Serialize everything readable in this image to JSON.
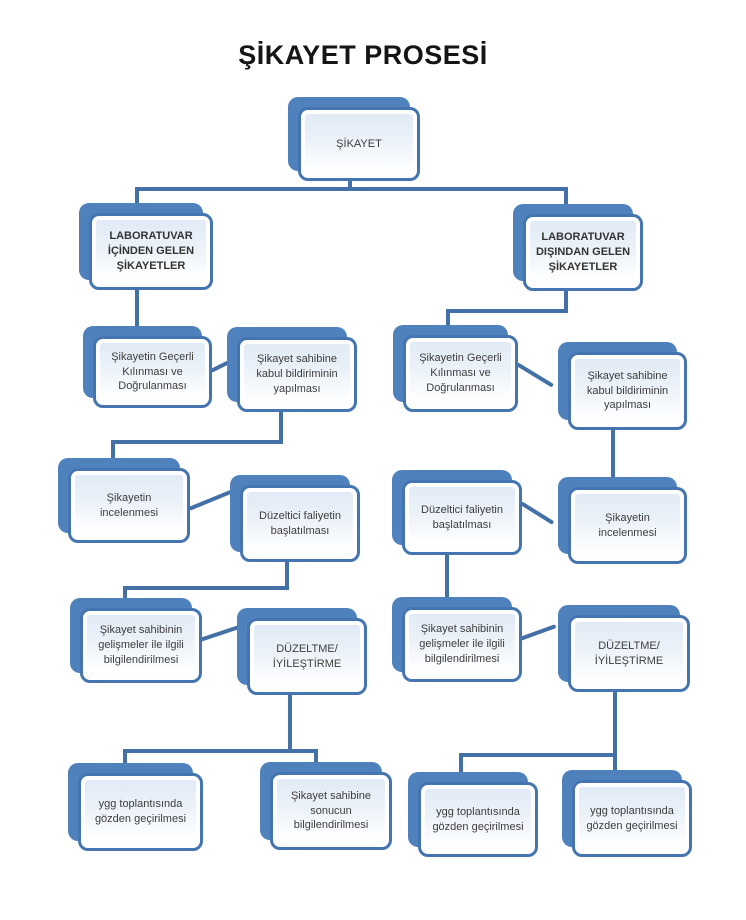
{
  "title": "ŞİKAYET PROSESİ",
  "diagram_type": "flowchart",
  "colors": {
    "shadow_box": "#4f81bd",
    "box_border": "#4575b0",
    "box_fill_top": "#dfe9f5",
    "box_fill_bottom": "#ffffff",
    "connector": "#4370a6",
    "title_text": "#151515",
    "node_text": "#3d3d3d"
  },
  "nodes": [
    {
      "id": "sikayet",
      "label": "ŞİKAYET",
      "emphasis": false
    },
    {
      "id": "lab-icinden",
      "label": "LABORATUVAR İÇİNDEN GELEN ŞİKAYETLER",
      "emphasis": true
    },
    {
      "id": "lab-disindan",
      "label": "LABORATUVAR DIŞINDAN GELEN ŞİKAYETLER",
      "emphasis": true
    },
    {
      "id": "gecerli-left",
      "label": "Şikayetin Geçerli Kılınması ve Doğrulanması",
      "emphasis": false
    },
    {
      "id": "kabul-left",
      "label": "Şikayet sahibine kabul bildiriminin yapılması",
      "emphasis": false
    },
    {
      "id": "gecerli-right",
      "label": "Şikayetin Geçerli Kılınması ve Doğrulanması",
      "emphasis": false
    },
    {
      "id": "kabul-right",
      "label": "Şikayet sahibine kabul bildiriminin yapılması",
      "emphasis": false
    },
    {
      "id": "inceleme-left",
      "label": "Şikayetin incelenmesi",
      "emphasis": false
    },
    {
      "id": "duzeltici-left",
      "label": "Düzeltici faliyetin başlatılması",
      "emphasis": false
    },
    {
      "id": "duzeltici-right",
      "label": "Düzeltici faliyetin başlatılması",
      "emphasis": false
    },
    {
      "id": "inceleme-right",
      "label": "Şikayetin incelenmesi",
      "emphasis": false
    },
    {
      "id": "gelismeler-left",
      "label": "Şikayet sahibinin gelişmeler ile ilgili bilgilendirilmesi",
      "emphasis": false
    },
    {
      "id": "duzeltme-left",
      "label": "DÜZELTME/İYİLEŞTİRME",
      "emphasis": false
    },
    {
      "id": "gelismeler-right",
      "label": "Şikayet sahibinin gelişmeler ile ilgili bilgilendirilmesi",
      "emphasis": false
    },
    {
      "id": "duzeltme-right",
      "label": "DÜZELTME/İYİLEŞTİRME",
      "emphasis": false
    },
    {
      "id": "ygg-left",
      "label": "ygg toplantısında gözden geçirilmesi",
      "emphasis": false
    },
    {
      "id": "sonucun-left",
      "label": "Şikayet sahibine sonucun bilgilendirilmesi",
      "emphasis": false
    },
    {
      "id": "ygg-right-1",
      "label": "ygg toplantısında gözden geçirilmesi",
      "emphasis": false
    },
    {
      "id": "ygg-right-2",
      "label": "ygg toplantısında gözden geçirilmesi",
      "emphasis": false
    }
  ],
  "edges": [
    {
      "from": "sikayet",
      "to": "lab-icinden"
    },
    {
      "from": "sikayet",
      "to": "lab-disindan"
    },
    {
      "from": "lab-icinden",
      "to": "gecerli-left"
    },
    {
      "from": "gecerli-left",
      "to": "kabul-left"
    },
    {
      "from": "kabul-left",
      "to": "inceleme-left"
    },
    {
      "from": "inceleme-left",
      "to": "duzeltici-left"
    },
    {
      "from": "duzeltici-left",
      "to": "gelismeler-left"
    },
    {
      "from": "gelismeler-left",
      "to": "duzeltme-left"
    },
    {
      "from": "duzeltme-left",
      "to": "ygg-left"
    },
    {
      "from": "duzeltme-left",
      "to": "sonucun-left"
    },
    {
      "from": "lab-disindan",
      "to": "gecerli-right"
    },
    {
      "from": "gecerli-right",
      "to": "kabul-right"
    },
    {
      "from": "kabul-right",
      "to": "inceleme-right"
    },
    {
      "from": "inceleme-right",
      "to": "duzeltici-right"
    },
    {
      "from": "duzeltici-right",
      "to": "gelismeler-right"
    },
    {
      "from": "gelismeler-right",
      "to": "duzeltme-right"
    },
    {
      "from": "duzeltme-right",
      "to": "ygg-right-1"
    },
    {
      "from": "duzeltme-right",
      "to": "ygg-right-2"
    }
  ]
}
